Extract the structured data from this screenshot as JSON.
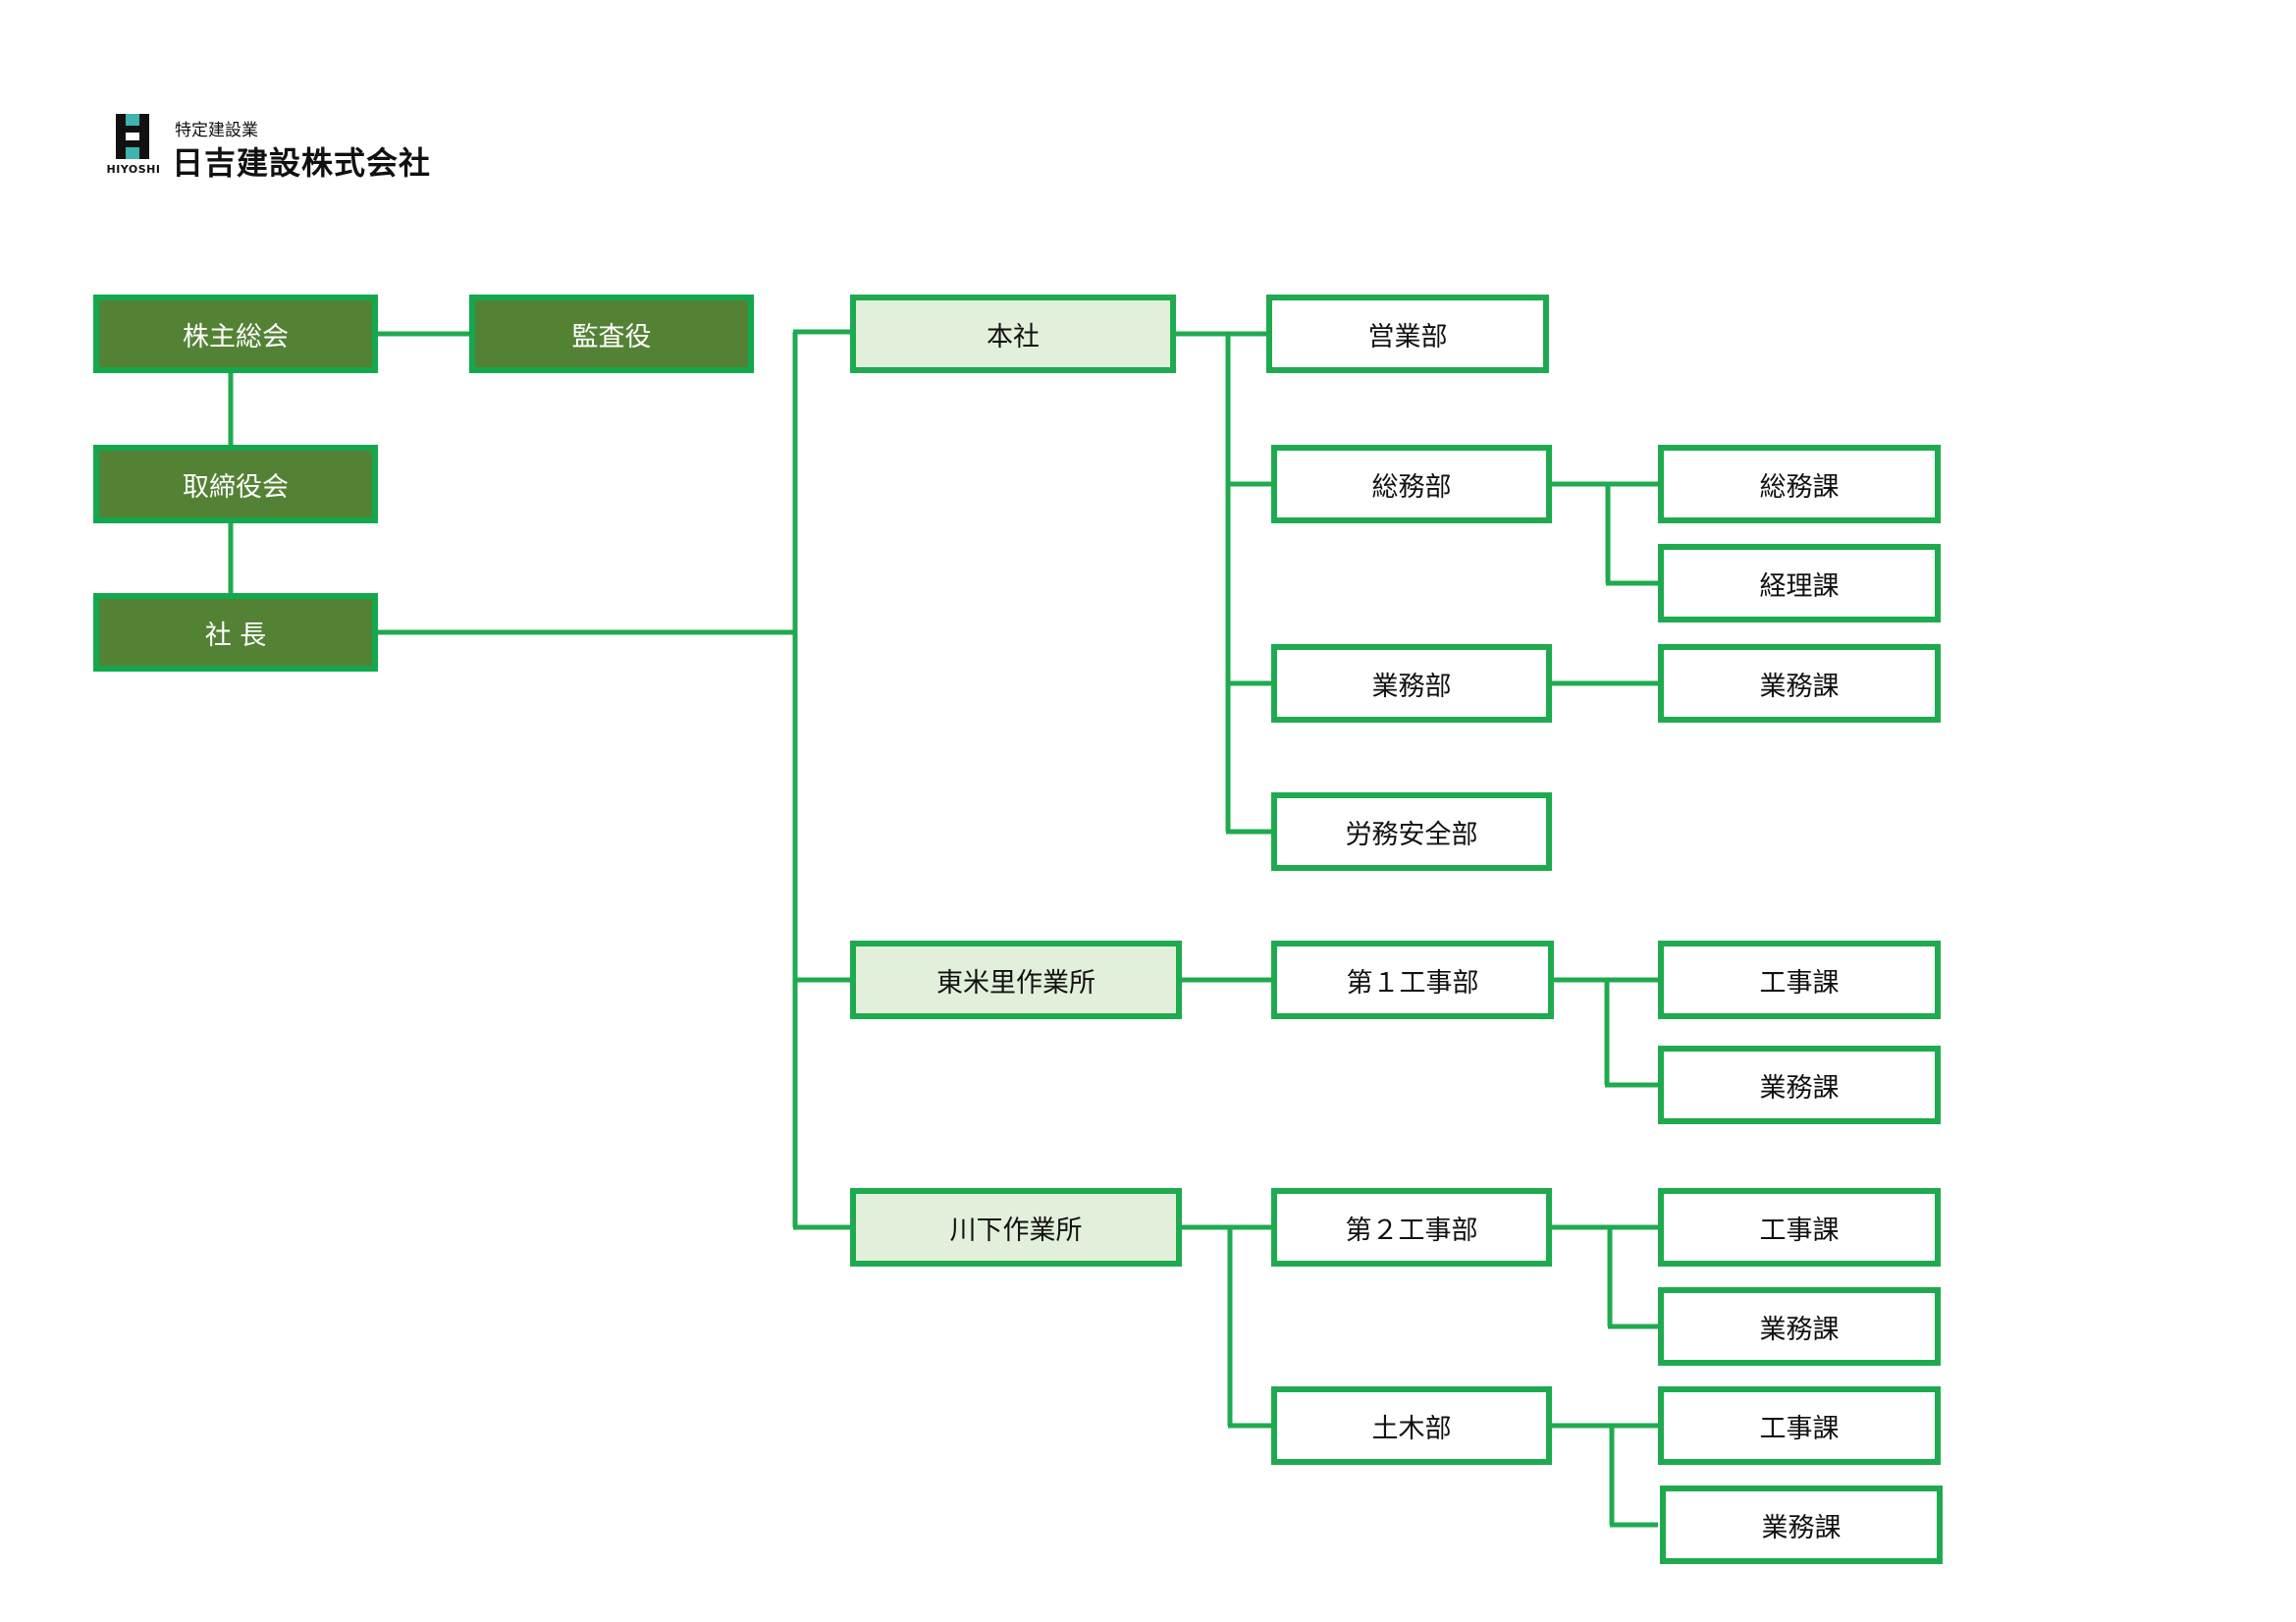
{
  "header": {
    "logo_text": "HIYOSHI",
    "company_subtitle": "特定建設業",
    "company_name": "日吉建設株式会社"
  },
  "colors": {
    "line": "#1faa50",
    "executive_fill": "#548235",
    "office_fill": "#e2efda",
    "department_fill": "#ffffff"
  },
  "org": {
    "shareholders_meeting": "株主総会",
    "auditor": "監査役",
    "board": "取締役会",
    "president": "社 長",
    "head_office": {
      "label": "本社",
      "departments": [
        {
          "label": "営業部",
          "sections": []
        },
        {
          "label": "総務部",
          "sections": [
            "総務課",
            "経理課"
          ]
        },
        {
          "label": "業務部",
          "sections": [
            "業務課"
          ]
        },
        {
          "label": "労務安全部",
          "sections": []
        }
      ]
    },
    "higashi_office": {
      "label": "東米里作業所",
      "departments": [
        {
          "label": "第１工事部",
          "sections": [
            "工事課",
            "業務課"
          ]
        }
      ]
    },
    "kawashimo_office": {
      "label": "川下作業所",
      "departments": [
        {
          "label": "第２工事部",
          "sections": [
            "工事課",
            "業務課"
          ]
        },
        {
          "label": "土木部",
          "sections": [
            "工事課",
            "業務課"
          ]
        }
      ]
    }
  }
}
